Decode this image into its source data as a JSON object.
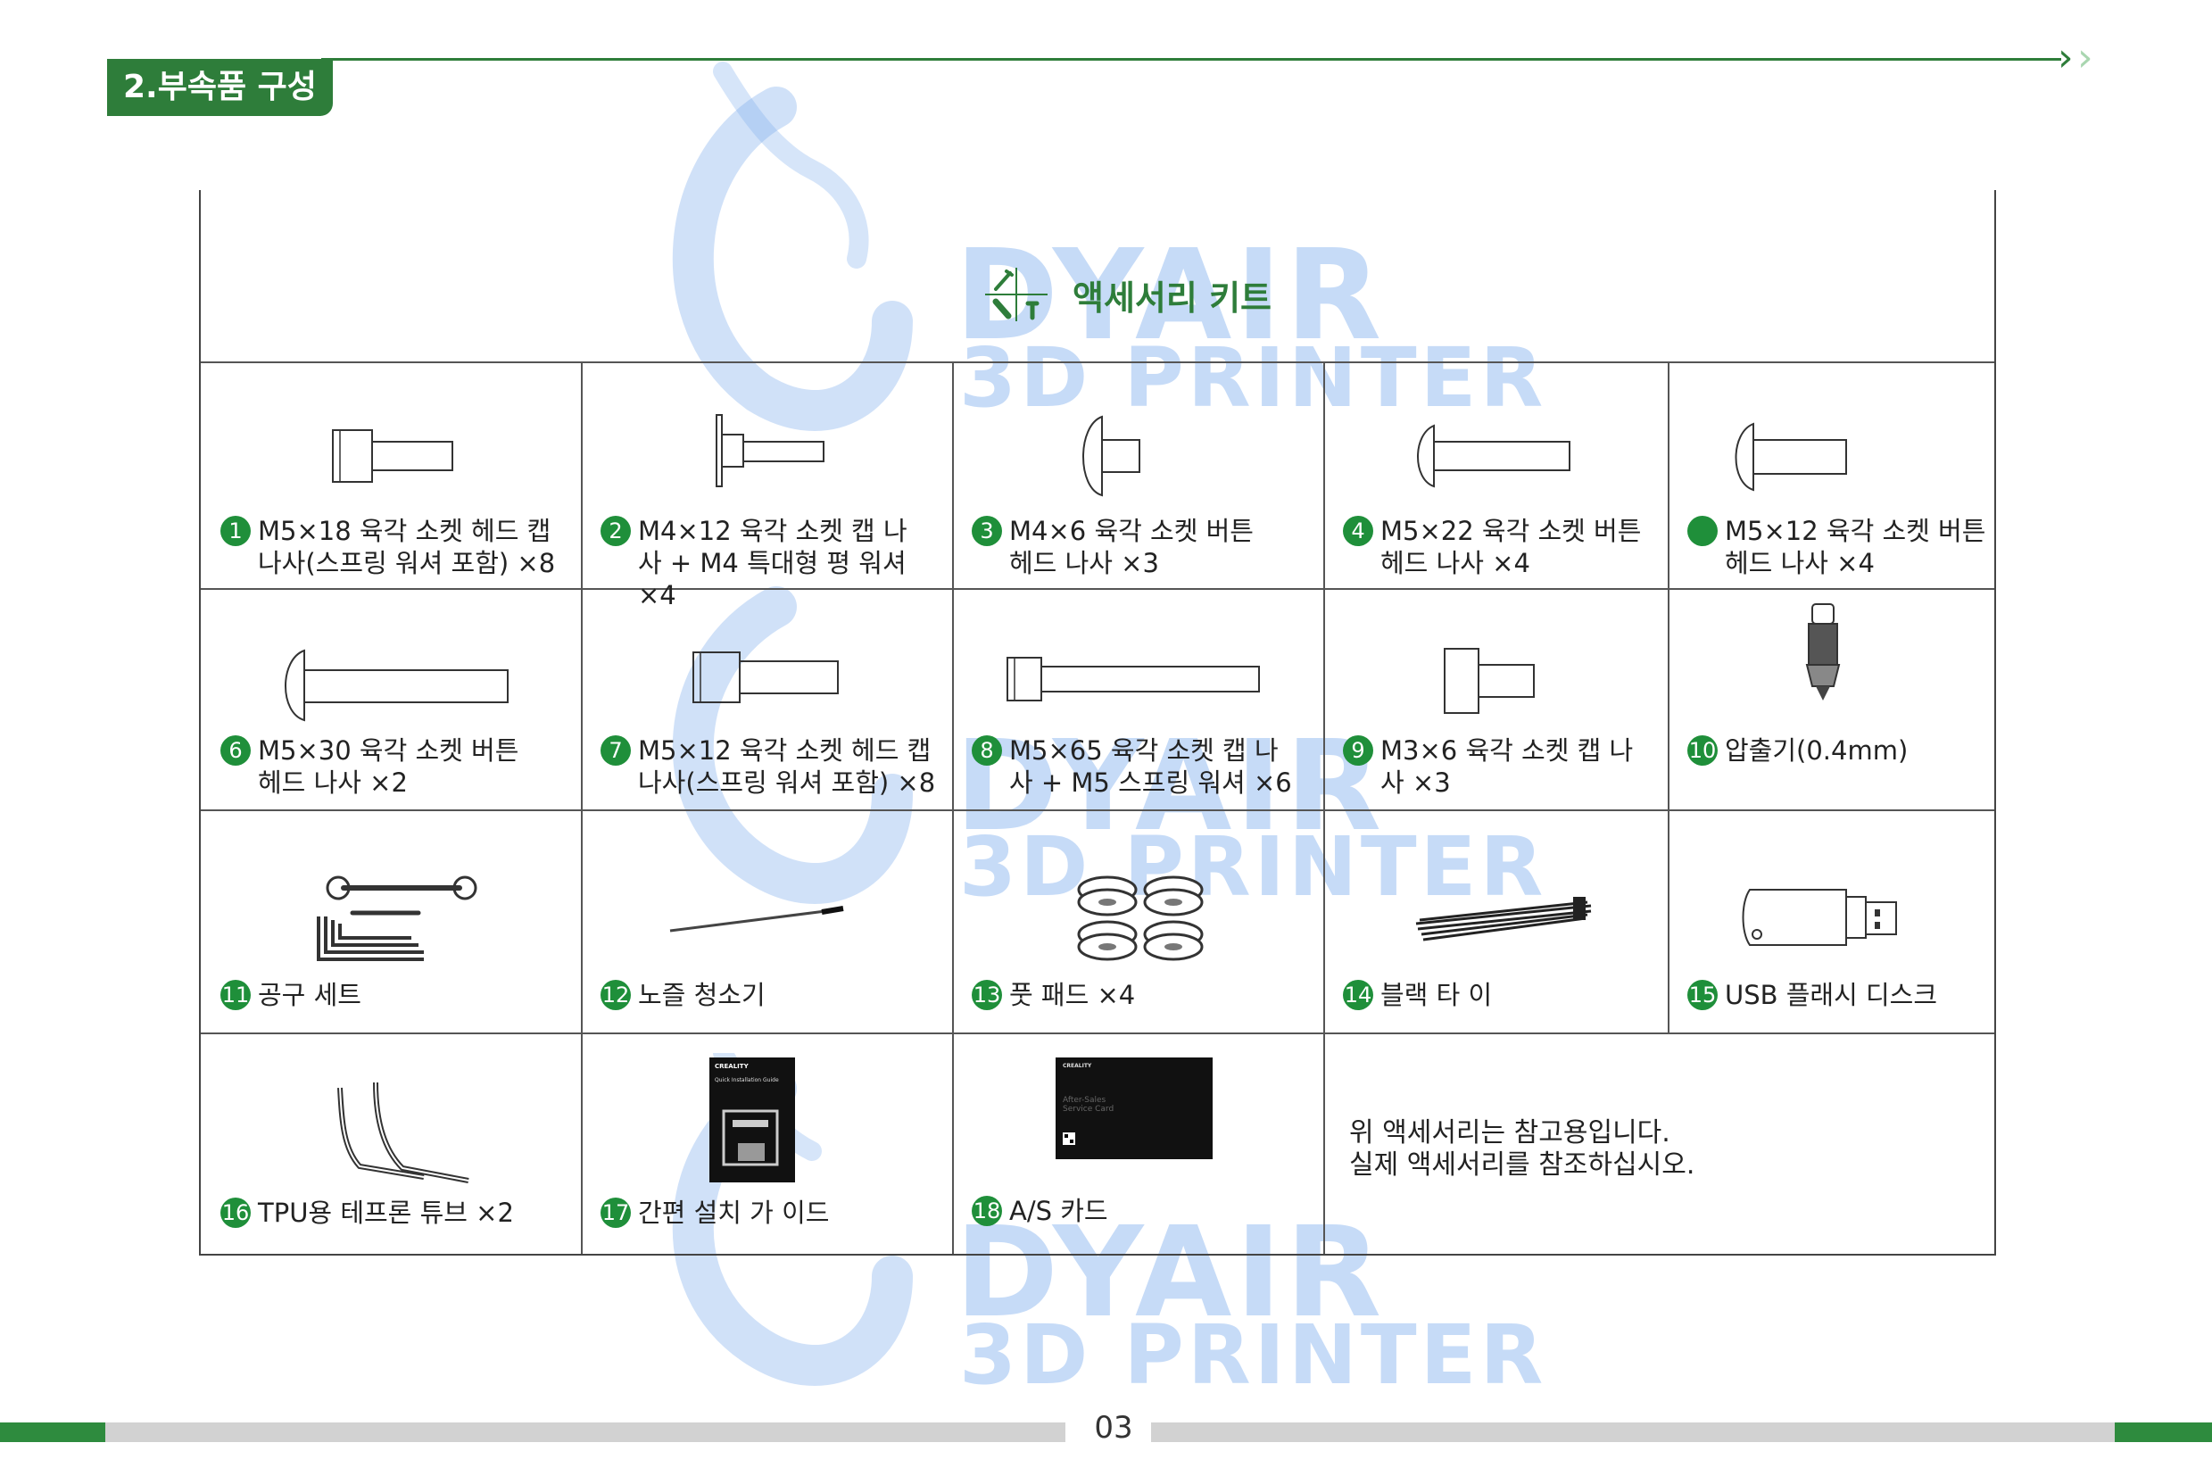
{
  "header": {
    "section_title": "2.부속품 구성"
  },
  "watermark": {
    "line1": "DYAIR",
    "line2": "3D PRINTER"
  },
  "kit": {
    "title": "액세서리 키트",
    "icon": "tools-icon"
  },
  "parts": [
    {
      "num": "1",
      "line1": "M5×18 육각 소켓 헤드 캡",
      "line2": "나사(스프링 워셔 포함) ×8",
      "icon": "cap-screw"
    },
    {
      "num": "2",
      "line1": "M4×12 육각 소켓 캡 나",
      "line2": "사 + M4 특대형 평 워셔 ×4",
      "icon": "screw-with-washer"
    },
    {
      "num": "3",
      "line1": "M4×6 육각 소켓 버튼",
      "line2": "헤드 나사 ×3",
      "icon": "button-screw"
    },
    {
      "num": "4",
      "line1": "M5×22 육각 소켓 버튼",
      "line2": "헤드 나사 ×4",
      "icon": "button-screw"
    },
    {
      "num": "",
      "line1": "M5×12 육각 소켓 버튼",
      "line2": "헤드 나사 ×4",
      "icon": "button-screw"
    },
    {
      "num": "6",
      "line1": "M5×30 육각 소켓 버튼",
      "line2": "헤드 나사 ×2",
      "icon": "button-screw"
    },
    {
      "num": "7",
      "line1": "M5×12 육각 소켓 헤드 캡",
      "line2": "나사(스프링 워셔 포함) ×8",
      "icon": "cap-screw"
    },
    {
      "num": "8",
      "line1": "M5×65 육각 소켓 캡 나",
      "line2": "사 + M5 스프링 워셔 ×6",
      "icon": "long-screw"
    },
    {
      "num": "9",
      "line1": "M3×6 육각 소켓 캡 나",
      "line2": "사 ×3",
      "icon": "cap-screw"
    },
    {
      "num": "10",
      "line1": "압출기(0.4mm)",
      "line2": "",
      "icon": "nozzle"
    },
    {
      "num": "11",
      "line1": "공구 세트",
      "line2": "",
      "icon": "tool-set"
    },
    {
      "num": "12",
      "line1": "노즐 청소기",
      "line2": "",
      "icon": "needle"
    },
    {
      "num": "13",
      "line1": "풋 패드 ×4",
      "line2": "",
      "icon": "foot-pads"
    },
    {
      "num": "14",
      "line1": "블랙 타",
      "line2": "",
      "icon": "cable-ties"
    },
    {
      "num": "15",
      "line1": "USB 플래시 디스크",
      "line2": "",
      "icon": "usb-drive"
    },
    {
      "num": "16",
      "line1": "TPU용 테프론 튜브 ×2",
      "line2": "",
      "icon": "ptfe-tube"
    },
    {
      "num": "17",
      "line1": "간편 설치 가",
      "line2": "",
      "icon": "quick-guide"
    },
    {
      "num": "18",
      "line1": "A/S 카드",
      "line2": "",
      "icon": "service-card"
    }
  ],
  "guide_booklet": {
    "brand": "CREALITY",
    "title": "Quick Installation Guide"
  },
  "service_card": {
    "brand": "CREALITY",
    "title_line1": "After-Sales",
    "title_line2": "Service Card"
  },
  "note": {
    "line1": "위 액세서리는 참고용입니다.",
    "line2": "실제 액세서리를 참조하십시오."
  },
  "label_suffix": {
    "item14": "이",
    "item17": "이드"
  },
  "footer": {
    "page_number": "03"
  },
  "colors": {
    "accent_green": "#2e7d3a",
    "number_badge": "#1f8f3a",
    "watermark_blue": "#78aaeb"
  }
}
